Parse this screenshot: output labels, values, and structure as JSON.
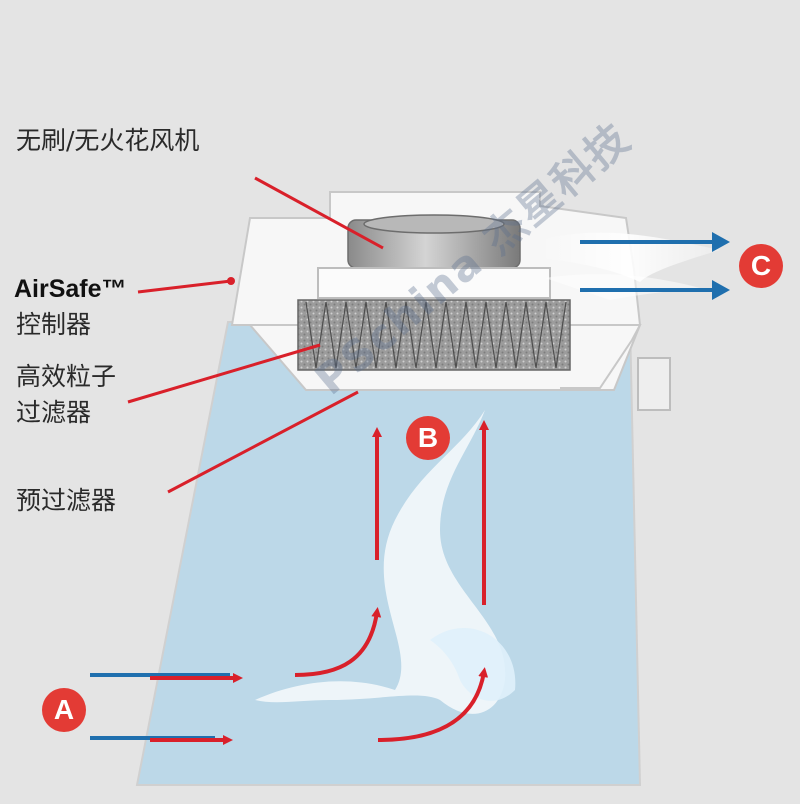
{
  "labels": {
    "fan": "无刷/无火花风机",
    "controller_brand": "AirSafe™",
    "controller": "控制器",
    "hepa_line1": "高效粒子",
    "hepa_line2": "过滤器",
    "prefilter": "预过滤器"
  },
  "markers": {
    "a": "A",
    "b": "B",
    "c": "C"
  },
  "watermark": "PSchina 杰星科技",
  "colors": {
    "background": "#e4e4e4",
    "hood_glass": "#bcd8e8",
    "housing": "#f7f7f7",
    "arrow_red": "#d9202a",
    "arrow_blue": "#1f6fae",
    "marker_red": "#e33b35",
    "leader_red": "#d9202a"
  }
}
